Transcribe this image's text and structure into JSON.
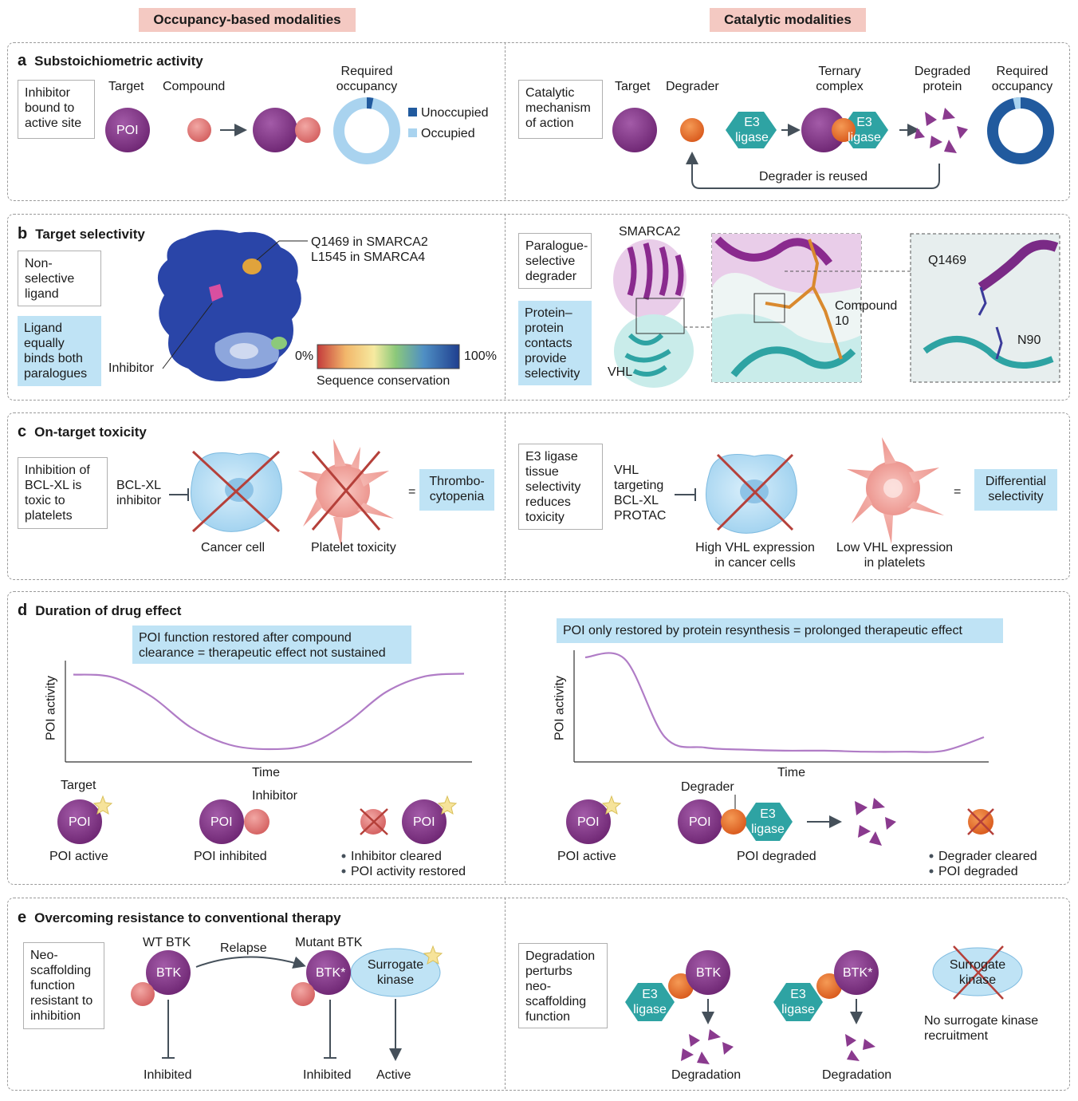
{
  "headers": {
    "left": "Occupancy-based modalities",
    "right": "Catalytic modalities"
  },
  "panel_a": {
    "letter": "a",
    "title": "Substoichiometric activity",
    "left": {
      "box": "Inhibitor bound to active site",
      "target_label": "Target",
      "compound_label": "Compound",
      "poi_label": "POI",
      "required_occupancy": "Required occupancy",
      "legend_unoccupied": "Unoccupied",
      "legend_occupied": "Occupied"
    },
    "right": {
      "box": "Catalytic mechanism of action",
      "target_label": "Target",
      "degrader_label": "Degrader",
      "e3_label": "E3 ligase",
      "ternary_label": "Ternary complex",
      "degraded_label": "Degraded protein",
      "required_occupancy": "Required occupancy",
      "reuse_label": "Degrader is reused"
    }
  },
  "panel_b": {
    "letter": "b",
    "title": "Target selectivity",
    "left": {
      "box1": "Non-selective ligand",
      "box2": "Ligand equally binds both paralogues",
      "residue_label1": "Q1469 in SMARCA2",
      "residue_label2": "L1545 in SMARCA4",
      "inhibitor_label": "Inhibitor",
      "scale_min": "0%",
      "scale_max": "100%",
      "scale_label": "Sequence conservation"
    },
    "right": {
      "box1": "Paralogue-selective degrader",
      "box2": "Protein–protein contacts provide selectivity",
      "smarca2_label": "SMARCA2",
      "vhl_label": "VHL",
      "compound_label": "Compound 10",
      "q_label": "Q1469",
      "n_label": "N90"
    }
  },
  "panel_c": {
    "letter": "c",
    "title": "On-target toxicity",
    "left": {
      "box": "Inhibition of BCL-XL is toxic to platelets",
      "drug": "BCL-XL inhibitor",
      "cancer_label": "Cancer cell",
      "platelet_label": "Platelet toxicity",
      "eq": "=",
      "result": "Thrombo-cytopenia"
    },
    "right": {
      "box": "E3 ligase tissue selectivity reduces toxicity",
      "drug": "VHL targeting BCL-XL PROTAC",
      "cancer_label": "High VHL expression in cancer cells",
      "platelet_label": "Low VHL expression in platelets",
      "eq": "=",
      "result": "Differential selectivity"
    }
  },
  "panel_d": {
    "letter": "d",
    "title": "Duration of drug effect",
    "left": {
      "banner": "POI function restored after compound clearance = therapeutic effect not sustained",
      "ylabel": "POI activity",
      "xlabel": "Time",
      "target_label": "Target",
      "inhibitor_label": "Inhibitor",
      "poi": "POI",
      "state1": "POI active",
      "state2": "POI inhibited",
      "bullet1": "Inhibitor cleared",
      "bullet2": "POI activity restored"
    },
    "right": {
      "banner": "POI only restored by protein resynthesis = prolonged therapeutic effect",
      "ylabel": "POI activity",
      "xlabel": "Time",
      "degrader_label": "Degrader",
      "poi": "POI",
      "e3": "E3 ligase",
      "state1": "POI active",
      "state2": "POI degraded",
      "bullet1": "Degrader cleared",
      "bullet2": "POI degraded"
    }
  },
  "panel_e": {
    "letter": "e",
    "title": "Overcoming resistance to conventional therapy",
    "left": {
      "box": "Neo-scaffolding function resistant to inhibition",
      "wt_label": "WT BTK",
      "btk": "BTK",
      "relapse": "Relapse",
      "mut_label": "Mutant BTK",
      "btk_mut": "BTK*",
      "surrogate": "Surrogate kinase",
      "inhibited1": "Inhibited",
      "inhibited2": "Inhibited",
      "active": "Active"
    },
    "right": {
      "box": "Degradation perturbs neo-scaffolding function",
      "e3": "E3 ligase",
      "btk": "BTK",
      "btk_mut": "BTK*",
      "degradation1": "Degradation",
      "degradation2": "Degradation",
      "surrogate": "Surrogate kinase",
      "no_recruit": "No surrogate kinase recruitment"
    }
  },
  "colors": {
    "poi": "#8a3a8e",
    "compound": "#e07a7a",
    "degrader": "#e8732b",
    "e3": "#2ea3a3",
    "occupied_light": "#a9d3ef",
    "occupied_dark": "#215a9e",
    "cross": "#c0392b",
    "banner": "#bfe3f5",
    "curve": "#b07cc6"
  },
  "chart_data": [
    {
      "type": "line",
      "title": "",
      "xlabel": "Time",
      "ylabel": "POI activity",
      "x": [
        0,
        0.1,
        0.2,
        0.3,
        0.4,
        0.5,
        0.6,
        0.7,
        0.8,
        0.9,
        1.0
      ],
      "series": [
        {
          "values": [
            0.95,
            0.92,
            0.7,
            0.35,
            0.15,
            0.1,
            0.15,
            0.4,
            0.75,
            0.93,
            0.96
          ]
        }
      ]
    },
    {
      "type": "line",
      "title": "",
      "xlabel": "Time",
      "ylabel": "POI activity",
      "x": [
        0,
        0.1,
        0.2,
        0.3,
        0.4,
        0.5,
        0.6,
        0.7,
        0.8,
        0.9,
        1.0
      ],
      "series": [
        {
          "values": [
            0.97,
            0.95,
            0.2,
            0.1,
            0.08,
            0.07,
            0.07,
            0.06,
            0.06,
            0.07,
            0.2
          ]
        }
      ]
    }
  ]
}
